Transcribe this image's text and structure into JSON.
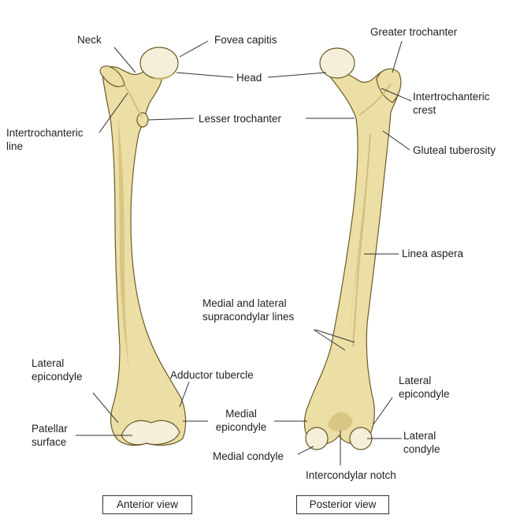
{
  "colors": {
    "bone_fill": "#ecdfa6",
    "bone_shadow": "#d2bf7c",
    "bone_outline": "#6b5a2a",
    "cartilage": "#f4efd8",
    "leader_line": "#333333"
  },
  "anterior": {
    "neck": "Neck",
    "fovea_capitis": "Fovea capitis",
    "intertrochanteric_line": "Intertrochanteric\nline",
    "lateral_epicondyle": "Lateral\nepicondyle",
    "patellar_surface": "Patellar\nsurface",
    "adductor_tubercle": "Adductor tubercle",
    "caption": "Anterior view"
  },
  "shared": {
    "head": "Head",
    "lesser_trochanter": "Lesser trochanter",
    "medial_epicondyle": "Medial\nepicondyle"
  },
  "posterior": {
    "greater_trochanter": "Greater trochanter",
    "intertrochanteric_crest": "Intertrochanteric\ncrest",
    "gluteal_tuberosity": "Gluteal tuberosity",
    "linea_aspera": "Linea aspera",
    "supracondylar_lines": "Medial and lateral\nsupracondylar lines",
    "lateral_epicondyle": "Lateral\nepicondyle",
    "lateral_condyle": "Lateral\ncondyle",
    "medial_condyle": "Medial condyle",
    "intercondylar_notch": "Intercondylar notch",
    "caption": "Posterior view"
  }
}
